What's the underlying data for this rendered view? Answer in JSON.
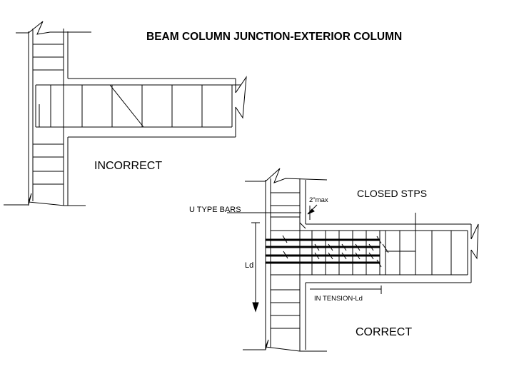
{
  "title": "BEAM COLUMN JUNCTION-EXTERIOR COLUMN",
  "incorrect_detail": {
    "label": "INCORRECT"
  },
  "correct_detail": {
    "label": "CORRECT",
    "callouts": {
      "closed_stirrups": "CLOSED STPS",
      "max_spacing": "2\"max",
      "u_type_bars": "U TYPE BARS",
      "development_length": "Ld",
      "tension_length": "IN TENSION-Ld"
    }
  }
}
